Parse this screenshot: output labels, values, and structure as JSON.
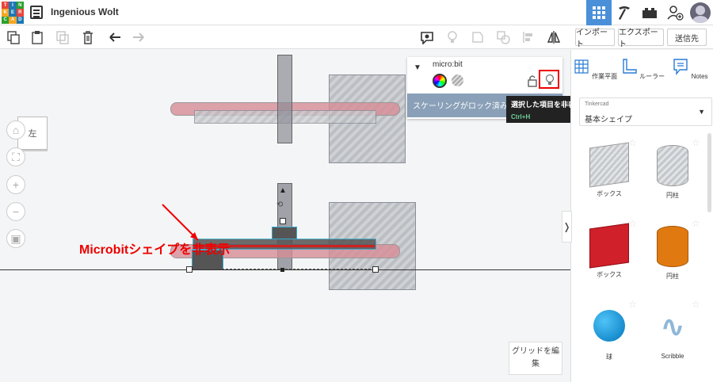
{
  "app": {
    "logo_letters": [
      "TIN",
      "KER",
      "CAD"
    ],
    "design_title": "Ingenious Wolt",
    "colors": {
      "accent": "#4a90d9",
      "annotation": "#e00000",
      "highlight_box": "#e00000"
    }
  },
  "toolbar": {
    "import_label": "インポート",
    "export_label": "エクスポート",
    "send_label": "送信先"
  },
  "workplane": {
    "viewcube_label": "左",
    "annotation_text": "Microbitシェイプを非表示",
    "edit_grid_label": "グリッドを編集"
  },
  "inspector": {
    "title": "micro:bit",
    "footer_text": "スケーリングがロック済み",
    "tooltip_title": "選択した項目を非表示",
    "tooltip_shortcut": "Ctrl+H"
  },
  "sidebar": {
    "tools": [
      {
        "label": "作業平面",
        "icon": "workplane-grid-icon"
      },
      {
        "label": "ルーラー",
        "icon": "ruler-icon"
      },
      {
        "label": "Notes",
        "icon": "notes-icon"
      }
    ],
    "library_small": "Tinkercad",
    "library_value": "基本シェイプ",
    "shapes": [
      {
        "label": "ボックス",
        "icon": "box-hole-icon"
      },
      {
        "label": "円柱",
        "icon": "cylinder-hole-icon"
      },
      {
        "label": "ボックス",
        "icon": "box-red-icon"
      },
      {
        "label": "円柱",
        "icon": "cylinder-orange-icon"
      },
      {
        "label": "球",
        "icon": "sphere-blue-icon"
      },
      {
        "label": "Scribble",
        "icon": "scribble-icon"
      }
    ]
  }
}
